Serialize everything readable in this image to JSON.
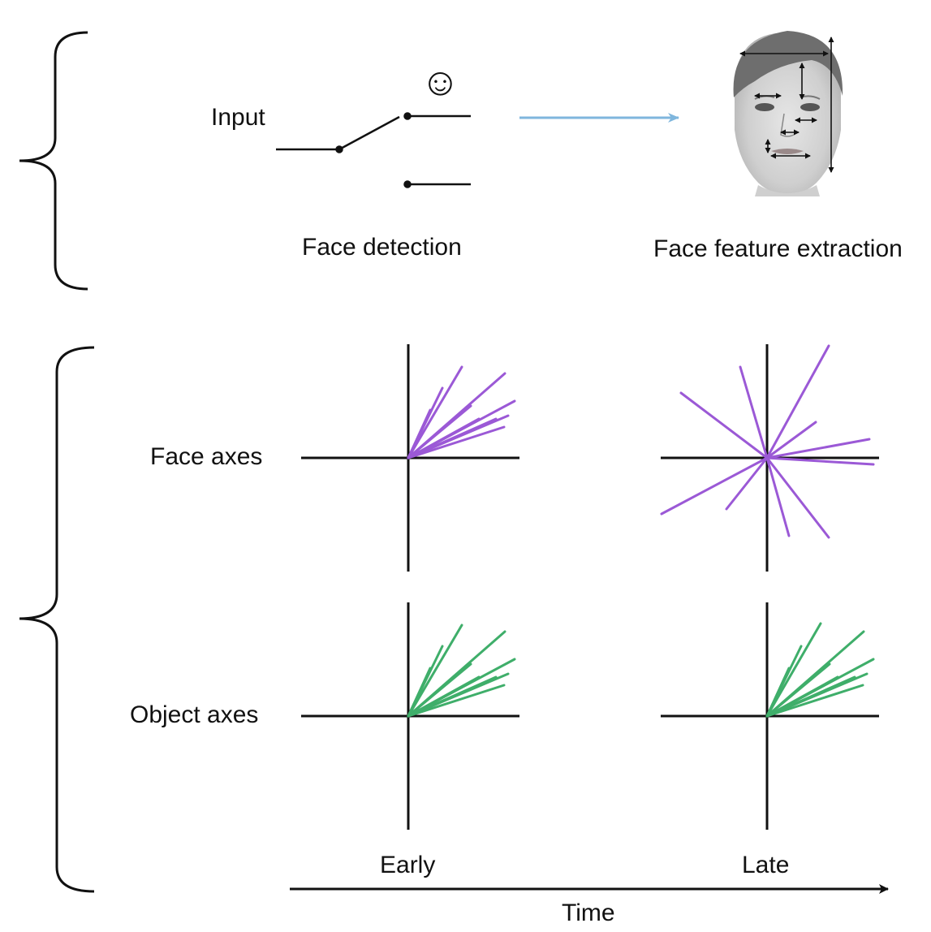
{
  "labels": {
    "input": "Input",
    "face_detection": "Face detection",
    "face_feature_extraction": "Face feature extraction",
    "face_axes": "Face axes",
    "object_axes": "Object axes",
    "early": "Early",
    "late": "Late",
    "time": "Time"
  },
  "icons": {
    "smiley": "☺"
  },
  "colors": {
    "face_lines": "#9b59d6",
    "object_lines": "#3fae6a",
    "pipeline_arrow": "#7fb6dd",
    "ink": "#111111"
  }
}
